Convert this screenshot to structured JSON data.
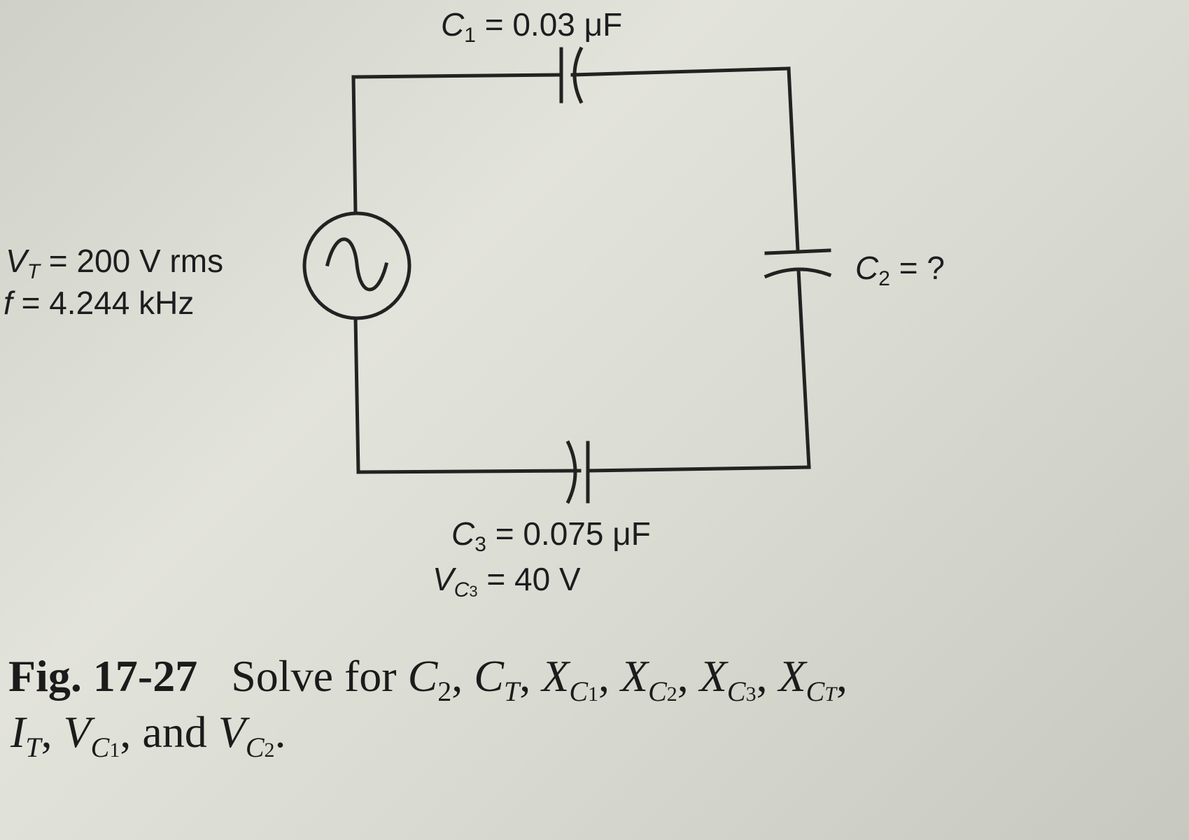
{
  "components": {
    "c1": {
      "label": "C",
      "sub": "1",
      "value": "= 0.03 μF"
    },
    "c2": {
      "label": "C",
      "sub": "2",
      "value": "= ?"
    },
    "c3": {
      "label": "C",
      "sub": "3",
      "value": "= 0.075 μF"
    },
    "vc3": {
      "label": "V",
      "sub": "C",
      "subsub": "3",
      "value": "= 40 V"
    },
    "source": {
      "vt_label": "V",
      "vt_sub": "T",
      "vt_value": "= 200 V rms",
      "f_label": "f",
      "f_value": "= 4.244 kHz",
      "symbol": "ac-source-icon"
    }
  },
  "caption": {
    "fig": "Fig. 17-27",
    "text": "Solve for",
    "line2_and": "and"
  },
  "colors": {
    "ink": "#1d1d1f",
    "wire": "#222222",
    "background": "#d8dad1"
  }
}
